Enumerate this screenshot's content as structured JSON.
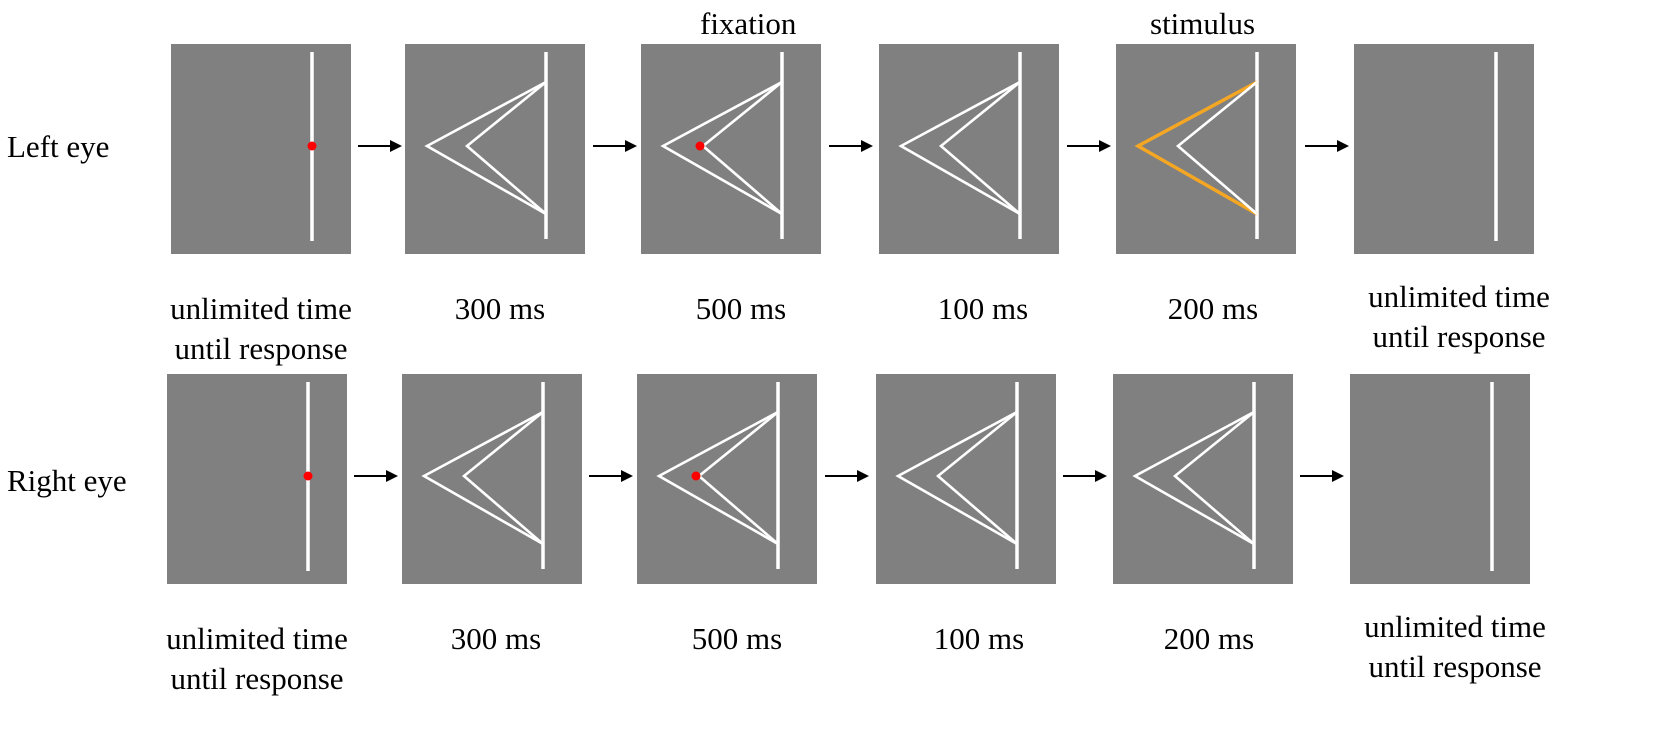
{
  "colors": {
    "panel": "#808080",
    "line": "#ffffff",
    "fixation_dot": "#ff0000",
    "highlight": "#f5a623",
    "arrow": "#000000",
    "text": "#000000"
  },
  "phase_labels": [
    "fixation",
    "stimulus"
  ],
  "rows": [
    {
      "label": "Left eye",
      "frames": [
        {
          "icon": "vertical-line-with-dot",
          "time": [
            "unlimited time",
            "until response"
          ]
        },
        {
          "icon": "double-chevron",
          "time": [
            "300 ms"
          ]
        },
        {
          "icon": "double-chevron-with-dot",
          "time": [
            "500 ms"
          ]
        },
        {
          "icon": "double-chevron",
          "time": [
            "100 ms"
          ]
        },
        {
          "icon": "double-chevron-highlighted",
          "time": [
            "200 ms"
          ]
        },
        {
          "icon": "vertical-line",
          "time": [
            "unlimited time",
            "until response"
          ]
        }
      ]
    },
    {
      "label": "Right eye",
      "frames": [
        {
          "icon": "vertical-line-with-dot",
          "time": [
            "unlimited time",
            "until response"
          ]
        },
        {
          "icon": "double-chevron",
          "time": [
            "300 ms"
          ]
        },
        {
          "icon": "double-chevron-with-dot",
          "time": [
            "500 ms"
          ]
        },
        {
          "icon": "double-chevron",
          "time": [
            "100 ms"
          ]
        },
        {
          "icon": "double-chevron",
          "time": [
            "200 ms"
          ]
        },
        {
          "icon": "vertical-line",
          "time": [
            "unlimited time",
            "until response"
          ]
        }
      ]
    }
  ]
}
